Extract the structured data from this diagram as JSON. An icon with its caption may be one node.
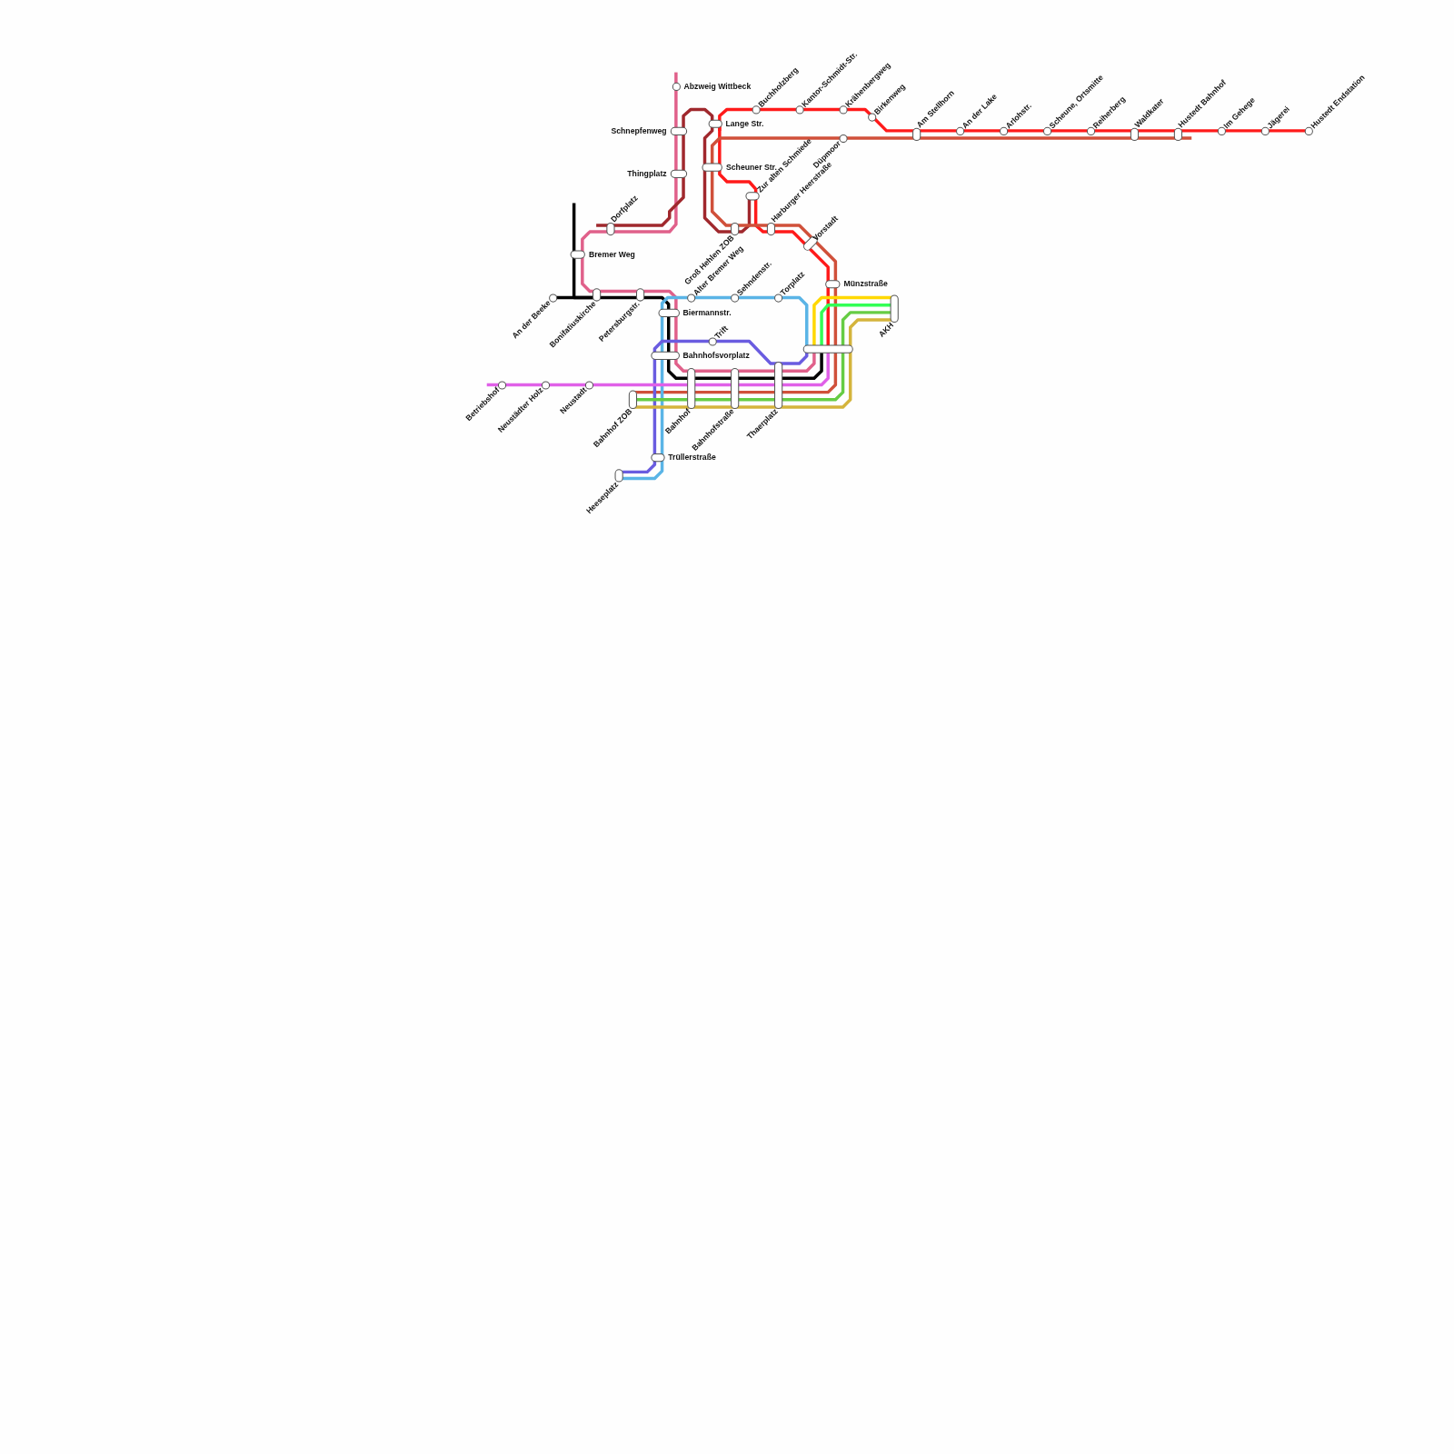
{
  "diagram": {
    "nodes": [
      {
        "text": [
          "Abzweig Wittbeck"
        ]
      },
      {
        "text": [
          "Buchholzberg"
        ]
      },
      {
        "text": [
          "Kantor-Schmidt-Str."
        ]
      },
      {
        "text": [
          "Krähenbergweg"
        ]
      },
      {
        "text": [
          "Birkenweg"
        ]
      },
      {
        "text": [
          "Lange Str."
        ]
      },
      {
        "text": [
          "Schnepfenweg"
        ]
      },
      {
        "text": [
          "Am Stellhorn"
        ]
      },
      {
        "text": [
          "An der Lake"
        ]
      },
      {
        "text": [
          "Arlohstr."
        ]
      },
      {
        "text": [
          "Scheune, Ortsmitte"
        ]
      },
      {
        "text": [
          "Reiherberg"
        ]
      },
      {
        "text": [
          "Waldkater"
        ]
      },
      {
        "text": [
          "Hustedt Bahnhof"
        ]
      },
      {
        "text": [
          "Im Gehege"
        ]
      },
      {
        "text": [
          "Jägerei"
        ]
      },
      {
        "text": [
          "Hustedt Endstation"
        ]
      },
      {
        "text": [
          "Düpmoor"
        ]
      },
      {
        "text": [
          "Scheuner Str."
        ]
      },
      {
        "text": [
          "Thingplatz"
        ]
      },
      {
        "text": [
          "Zur alten Schmiede"
        ]
      },
      {
        "text": [
          "Dorfplatz"
        ]
      },
      {
        "text": [
          "Groß Hehlen ZOB"
        ]
      },
      {
        "text": [
          "Harburger Heerstraße"
        ]
      },
      {
        "text": [
          "Vorstadt"
        ]
      },
      {
        "text": [
          "Bremer Weg"
        ]
      },
      {
        "text": [
          "Münzstraße"
        ]
      },
      {
        "text": [
          "An der Beeke"
        ]
      },
      {
        "text": [
          "Bonifatiuskirche"
        ]
      },
      {
        "text": [
          "Petersburgstr."
        ]
      },
      {
        "text": [
          "Alter Bremer Weg"
        ]
      },
      {
        "text": [
          "Sehndenstr."
        ]
      },
      {
        "text": [
          "Torplatz"
        ]
      },
      {
        "text": [
          "AKH"
        ]
      },
      {
        "text": [
          "Biermannstr."
        ]
      },
      {
        "text": [
          "Trift"
        ]
      },
      {
        "text": [],
        "shape": "box"
      },
      {
        "text": [
          "Bahnhofsvorplatz"
        ]
      },
      {
        "text": [
          "Betriebshof"
        ]
      },
      {
        "text": [
          "Neustädter Holz"
        ]
      },
      {
        "text": [
          "Neustadt"
        ]
      },
      {
        "text": [
          "Bahnhof ZOB"
        ]
      },
      {
        "text": [
          "Bahnhof"
        ]
      },
      {
        "text": [
          "Bahnhofstraße"
        ]
      },
      {
        "text": [
          "Thaerplatz"
        ]
      },
      {
        "text": [
          "Trüllerstraße"
        ]
      },
      {
        "text": [
          "Heeseplatz"
        ]
      }
    ],
    "edges": [
      {
        "from": null,
        "to": 0,
        "arrow": "none",
        "color": "#e0608a"
      },
      {
        "from": 0,
        "to": 6,
        "arrow": "none",
        "color": "#e0608a"
      },
      {
        "from": 6,
        "to": 19,
        "arrow": "none",
        "color": "#e0608a"
      },
      {
        "from": 19,
        "to": 21,
        "arrow": "none",
        "color": "#e0608a"
      },
      {
        "from": 21,
        "to": 25,
        "arrow": "none",
        "color": "#e0608a"
      },
      {
        "from": 25,
        "to": 28,
        "arrow": "none",
        "color": "#e0608a"
      },
      {
        "from": 28,
        "to": 29,
        "arrow": "none",
        "color": "#e0608a"
      },
      {
        "from": 29,
        "to": 34,
        "arrow": "none",
        "color": "#e0608a"
      },
      {
        "from": 34,
        "to": 37,
        "arrow": "none",
        "color": "#e0608a"
      },
      {
        "from": 37,
        "to": 42,
        "arrow": "none",
        "color": "#e0608a"
      },
      {
        "from": 42,
        "to": 43,
        "arrow": "none",
        "color": "#e0608a"
      },
      {
        "from": 43,
        "to": 44,
        "arrow": "none",
        "color": "#e0608a"
      },
      {
        "from": 44,
        "to": 36,
        "arrow": "none",
        "color": "#e0608a"
      },
      {
        "from": 21,
        "to": 19,
        "arrow": "none",
        "color": "#a0282d"
      },
      {
        "from": 19,
        "to": 6,
        "arrow": "none",
        "color": "#a0282d"
      },
      {
        "from": 6,
        "to": 5,
        "arrow": "none",
        "color": "#a0282d"
      },
      {
        "from": 5,
        "to": 22,
        "arrow": "none",
        "color": "#a0282d"
      },
      {
        "from": 22,
        "to": 20,
        "arrow": "none",
        "color": "#a0282d"
      },
      {
        "from": 5,
        "to": 1,
        "arrow": "none",
        "color": "#ff1a1a"
      },
      {
        "from": 1,
        "to": 2,
        "arrow": "none",
        "color": "#ff1a1a"
      },
      {
        "from": 2,
        "to": 3,
        "arrow": "none",
        "color": "#ff1a1a"
      },
      {
        "from": 3,
        "to": 4,
        "arrow": "none",
        "color": "#ff1a1a"
      },
      {
        "from": 4,
        "to": 7,
        "arrow": "none",
        "color": "#ff1a1a"
      },
      {
        "from": 7,
        "to": 8,
        "arrow": "none",
        "color": "#ff1a1a"
      },
      {
        "from": 8,
        "to": 9,
        "arrow": "none",
        "color": "#ff1a1a"
      },
      {
        "from": 9,
        "to": 10,
        "arrow": "none",
        "color": "#ff1a1a"
      },
      {
        "from": 10,
        "to": 11,
        "arrow": "none",
        "color": "#ff1a1a"
      },
      {
        "from": 11,
        "to": 12,
        "arrow": "none",
        "color": "#ff1a1a"
      },
      {
        "from": 12,
        "to": 13,
        "arrow": "none",
        "color": "#ff1a1a"
      },
      {
        "from": 13,
        "to": 14,
        "arrow": "none",
        "color": "#ff1a1a"
      },
      {
        "from": 14,
        "to": 15,
        "arrow": "none",
        "color": "#ff1a1a"
      },
      {
        "from": 15,
        "to": 16,
        "arrow": "none",
        "color": "#ff1a1a"
      },
      {
        "from": 5,
        "to": 18,
        "arrow": "none",
        "color": "#ff1a1a"
      },
      {
        "from": 18,
        "to": 20,
        "arrow": "none",
        "color": "#ff1a1a"
      },
      {
        "from": 20,
        "to": 23,
        "arrow": "none",
        "color": "#ff1a1a"
      },
      {
        "from": 23,
        "to": 24,
        "arrow": "none",
        "color": "#ff1a1a"
      },
      {
        "from": 24,
        "to": 26,
        "arrow": "none",
        "color": "#ff1a1a"
      },
      {
        "from": 26,
        "to": 36,
        "arrow": "none",
        "color": "#ff1a1a"
      },
      {
        "from": 13,
        "to": 12,
        "arrow": "none",
        "color": "#d0503a"
      },
      {
        "from": 12,
        "to": 7,
        "arrow": "none",
        "color": "#d0503a"
      },
      {
        "from": 7,
        "to": 17,
        "arrow": "none",
        "color": "#d0503a"
      },
      {
        "from": 17,
        "to": 18,
        "arrow": "none",
        "color": "#d0503a"
      },
      {
        "from": 18,
        "to": 22,
        "arrow": "none",
        "color": "#d0503a"
      },
      {
        "from": 22,
        "to": 23,
        "arrow": "none",
        "color": "#d0503a"
      },
      {
        "from": 23,
        "to": 24,
        "arrow": "none",
        "color": "#d0503a"
      },
      {
        "from": 24,
        "to": 26,
        "arrow": "none",
        "color": "#d0503a"
      },
      {
        "from": 26,
        "to": 36,
        "arrow": "none",
        "color": "#d0503a"
      },
      {
        "from": 36,
        "to": 44,
        "arrow": "none",
        "color": "#d0503a"
      },
      {
        "from": 44,
        "to": 43,
        "arrow": "none",
        "color": "#d0503a"
      },
      {
        "from": 43,
        "to": 42,
        "arrow": "none",
        "color": "#d0503a"
      },
      {
        "from": 42,
        "to": 41,
        "arrow": "none",
        "color": "#d0503a"
      },
      {
        "from": null,
        "to": 25,
        "arrow": "none",
        "color": "#000000"
      },
      {
        "from": 27,
        "to": 28,
        "arrow": "none",
        "color": "#000000"
      },
      {
        "from": 25,
        "to": 28,
        "arrow": "none",
        "color": "#000000"
      },
      {
        "from": 28,
        "to": 29,
        "arrow": "none",
        "color": "#000000"
      },
      {
        "from": 29,
        "to": 34,
        "arrow": "none",
        "color": "#000000"
      },
      {
        "from": 34,
        "to": 37,
        "arrow": "none",
        "color": "#000000"
      },
      {
        "from": 37,
        "to": 42,
        "arrow": "none",
        "color": "#000000"
      },
      {
        "from": 42,
        "to": 43,
        "arrow": "none",
        "color": "#000000"
      },
      {
        "from": 43,
        "to": 44,
        "arrow": "none",
        "color": "#000000"
      },
      {
        "from": 44,
        "to": 36,
        "arrow": "none",
        "color": "#000000"
      },
      {
        "from": 30,
        "to": 31,
        "arrow": "none",
        "color": "#5ab4e6"
      },
      {
        "from": 31,
        "to": 32,
        "arrow": "none",
        "color": "#5ab4e6"
      },
      {
        "from": 32,
        "to": 36,
        "arrow": "none",
        "color": "#5ab4e6"
      },
      {
        "from": 30,
        "to": 34,
        "arrow": "none",
        "color": "#5ab4e6"
      },
      {
        "from": 34,
        "to": 37,
        "arrow": "none",
        "color": "#5ab4e6"
      },
      {
        "from": 37,
        "to": 45,
        "arrow": "none",
        "color": "#5ab4e6"
      },
      {
        "from": 45,
        "to": 46,
        "arrow": "none",
        "color": "#5ab4e6"
      },
      {
        "from": 37,
        "to": 35,
        "arrow": "none",
        "color": "#6a5ce0"
      },
      {
        "from": 35,
        "to": 36,
        "arrow": "none",
        "color": "#6a5ce0"
      },
      {
        "from": 37,
        "to": 45,
        "arrow": "none",
        "color": "#6a5ce0"
      },
      {
        "from": 45,
        "to": 46,
        "arrow": "none",
        "color": "#6a5ce0"
      },
      {
        "from": null,
        "to": 38,
        "arrow": "none",
        "color": "#e060e8"
      },
      {
        "from": 38,
        "to": 39,
        "arrow": "none",
        "color": "#e060e8"
      },
      {
        "from": 39,
        "to": 40,
        "arrow": "none",
        "color": "#e060e8"
      },
      {
        "from": 40,
        "to": 42,
        "arrow": "none",
        "color": "#e060e8"
      },
      {
        "from": 42,
        "to": 43,
        "arrow": "none",
        "color": "#e060e8"
      },
      {
        "from": 43,
        "to": 44,
        "arrow": "none",
        "color": "#e060e8"
      },
      {
        "from": 44,
        "to": 36,
        "arrow": "none",
        "color": "#e060e8"
      },
      {
        "from": 33,
        "to": 36,
        "arrow": "none",
        "color": "#ffd800"
      },
      {
        "from": 33,
        "to": 36,
        "arrow": "none",
        "color": "#33ff55"
      },
      {
        "from": 33,
        "to": 44,
        "arrow": "none",
        "color": "#66cc44"
      },
      {
        "from": 44,
        "to": 43,
        "arrow": "none",
        "color": "#66cc44"
      },
      {
        "from": 43,
        "to": 42,
        "arrow": "none",
        "color": "#66cc44"
      },
      {
        "from": 42,
        "to": 41,
        "arrow": "none",
        "color": "#66cc44"
      },
      {
        "from": 33,
        "to": 44,
        "arrow": "none",
        "color": "#d4b43c"
      },
      {
        "from": 44,
        "to": 43,
        "arrow": "none",
        "color": "#d4b43c"
      },
      {
        "from": 43,
        "to": 42,
        "arrow": "none",
        "color": "#d4b43c"
      },
      {
        "from": 42,
        "to": 41,
        "arrow": "none",
        "color": "#d4b43c"
      }
    ]
  }
}
